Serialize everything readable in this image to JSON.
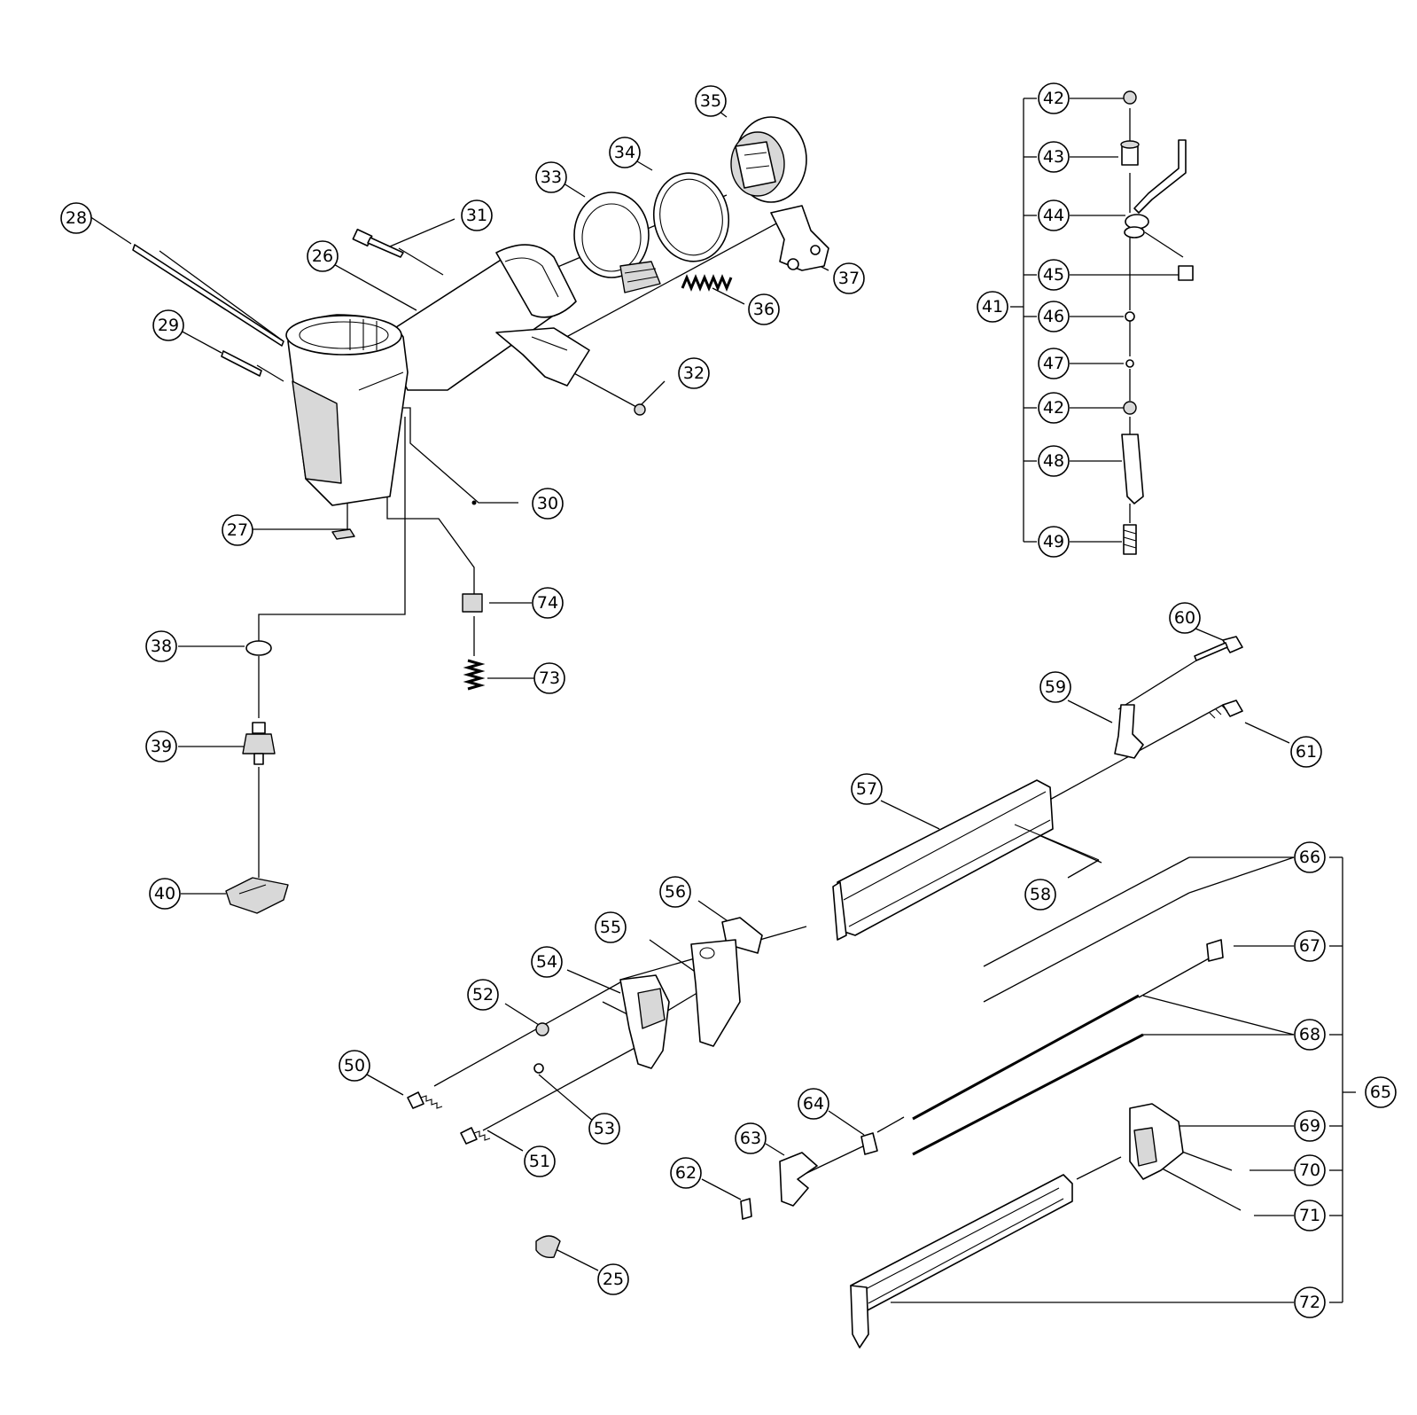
{
  "callouts": {
    "n25": "25",
    "n26": "26",
    "n27": "27",
    "n28": "28",
    "n29": "29",
    "n30": "30",
    "n31": "31",
    "n32": "32",
    "n33": "33",
    "n34": "34",
    "n35": "35",
    "n36": "36",
    "n37": "37",
    "n38": "38",
    "n39": "39",
    "n40": "40",
    "n41": "41",
    "n42a": "42",
    "n42b": "42",
    "n43": "43",
    "n44": "44",
    "n45": "45",
    "n46": "46",
    "n47": "47",
    "n48": "48",
    "n49": "49",
    "n50": "50",
    "n51": "51",
    "n52": "52",
    "n53": "53",
    "n54": "54",
    "n55": "55",
    "n56": "56",
    "n57": "57",
    "n58": "58",
    "n59": "59",
    "n60": "60",
    "n61": "61",
    "n62": "62",
    "n63": "63",
    "n64": "64",
    "n65": "65",
    "n66": "66",
    "n67": "67",
    "n68": "68",
    "n69": "69",
    "n70": "70",
    "n71": "71",
    "n72": "72",
    "n73": "73",
    "n74": "74"
  }
}
